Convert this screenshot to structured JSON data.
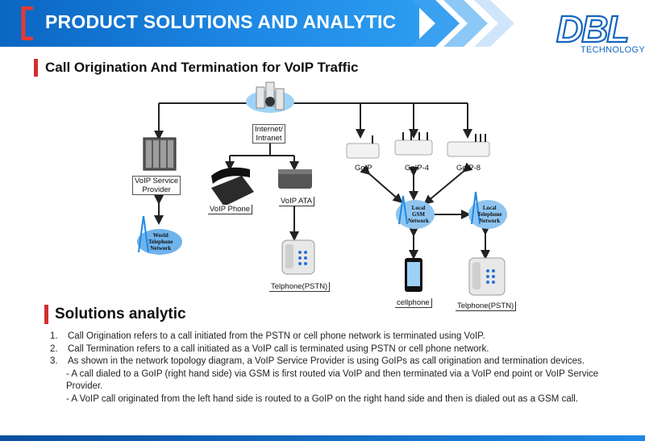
{
  "header": {
    "title": "PRODUCT SOLUTIONS AND ANALYTIC",
    "logo_text": "DBL",
    "logo_sub": "TECHNOLOGY",
    "brand_color": "#1e88e5",
    "accent_color": "#d32f2f"
  },
  "section1": {
    "title": "Call Origination And Termination for VoIP Traffic"
  },
  "diagram": {
    "internet": "Internet/\nIntranet",
    "voip_service_provider": "VoIP Service\nProvider",
    "voip_phone": "VoIP Phone",
    "voip_ata": "VoIP ATA",
    "telphone_left": "Telphone(PSTN)",
    "world_network": "World\nTelephone\nNetwork",
    "goip": "GoIP",
    "goip4": "GoIP-4",
    "goip8": "GoIP-8",
    "local_gsm": "Local\nGSM\nNetwork",
    "local_tel": "Local\nTelephone\nNetwork",
    "cellphone": "cellphone",
    "telphone_right": "Telphone(PSTN)"
  },
  "section2": {
    "title": "Solutions analytic"
  },
  "list": {
    "item1_num": "1.",
    "item1": "Call Origination refers to a call initiated from the PSTN or cell phone network is terminated using VoIP.",
    "item2_num": "2.",
    "item2": "Call Termination refers to a call initiated as a VoIP call is terminated using PSTN or cell phone network.",
    "item3_num": "3.",
    "item3": "As shown in the network topology diagram, a VoIP Service Provider is using GoIPs as call origination and termination devices.",
    "sub1": "- A call dialed to a GoIP (right hand side) via GSM is first routed via VoIP and then terminated via a VoIP end point or VoIP Service Provider.",
    "sub2": "- A VoIP call originated from the left hand side is routed to a GoIP on the right hand side and then is dialed out as a GSM call."
  }
}
